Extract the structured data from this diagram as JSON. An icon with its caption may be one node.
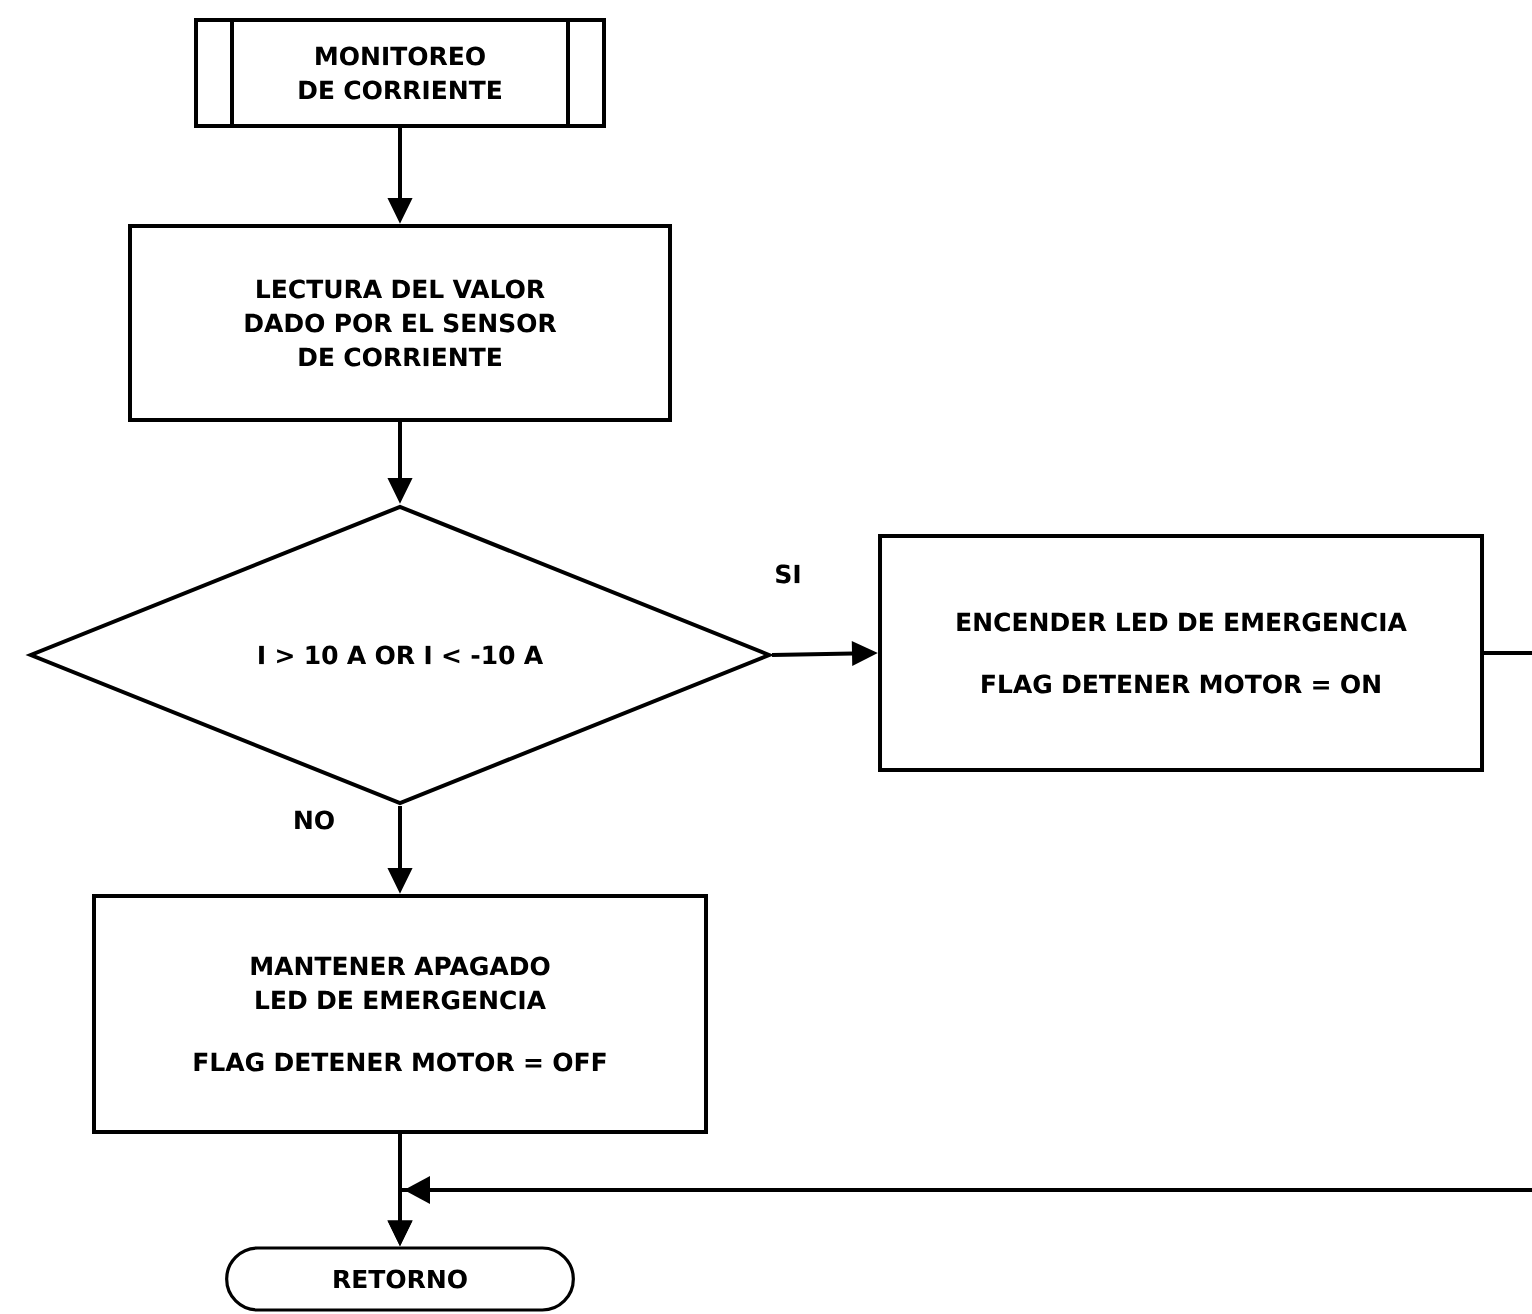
{
  "diagram": {
    "nodes": [
      {
        "text": [
          "MONITOREO DE CORRIENTE"
        ]
      },
      {
        "text": [
          "LECTURA DEL VALOR DADO POR EL SENSOR DE CORRIENTE"
        ]
      },
      {
        "text": [
          "I > 10 A  OR  I < -10 A"
        ]
      },
      {
        "text": [
          "ENCENDER LED DE EMERGENCIA",
          "FLAG DETENER MOTOR = ON"
        ]
      },
      {
        "text": [
          "MANTENER APAGADO LED DE EMERGENCIA",
          "FLAG DETENER MOTOR = OFF"
        ]
      },
      {
        "text": [
          "RETORNO"
        ]
      }
    ],
    "edges": [
      {
        "from": 0,
        "to": 1,
        "arrow": "to"
      },
      {
        "from": 1,
        "to": 2,
        "arrow": "to"
      },
      {
        "from": 2,
        "to": 3,
        "arrow": "to",
        "label": "SI"
      },
      {
        "from": 2,
        "to": 4,
        "arrow": "to",
        "label": "NO"
      },
      {
        "from": 4,
        "to": 5,
        "arrow": "to"
      },
      {
        "from": 3,
        "to": 5,
        "arrow": "to"
      }
    ]
  }
}
